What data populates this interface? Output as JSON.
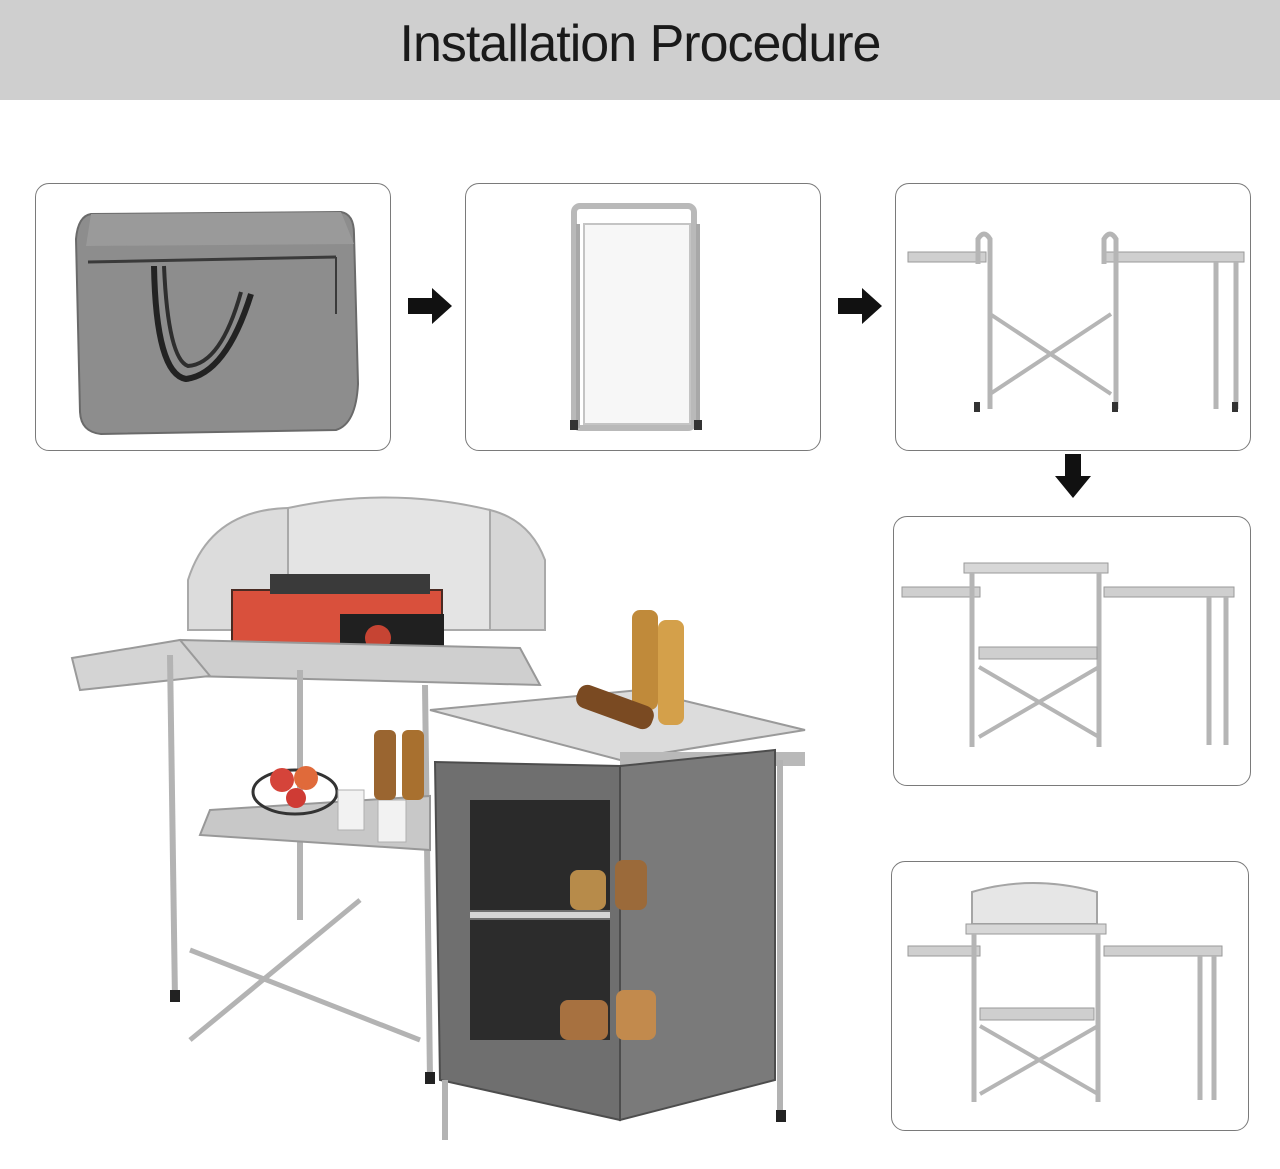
{
  "header": {
    "title": "Installation Procedure",
    "background": "#cfcfcf"
  },
  "steps": [
    {
      "name": "carry-bag"
    },
    {
      "name": "folded-frame"
    },
    {
      "name": "unfolded-frame"
    },
    {
      "name": "assembled-frame-with-shelf"
    },
    {
      "name": "assembled-frame-with-windscreen"
    }
  ],
  "icons": [
    "arrow-right-icon",
    "arrow-right-icon",
    "arrow-down-icon"
  ],
  "colors": {
    "frame": "#b9b9b9",
    "bag": "#8a8a8a",
    "cabinet": "#6d6d6d",
    "stove": "#d9503c"
  }
}
